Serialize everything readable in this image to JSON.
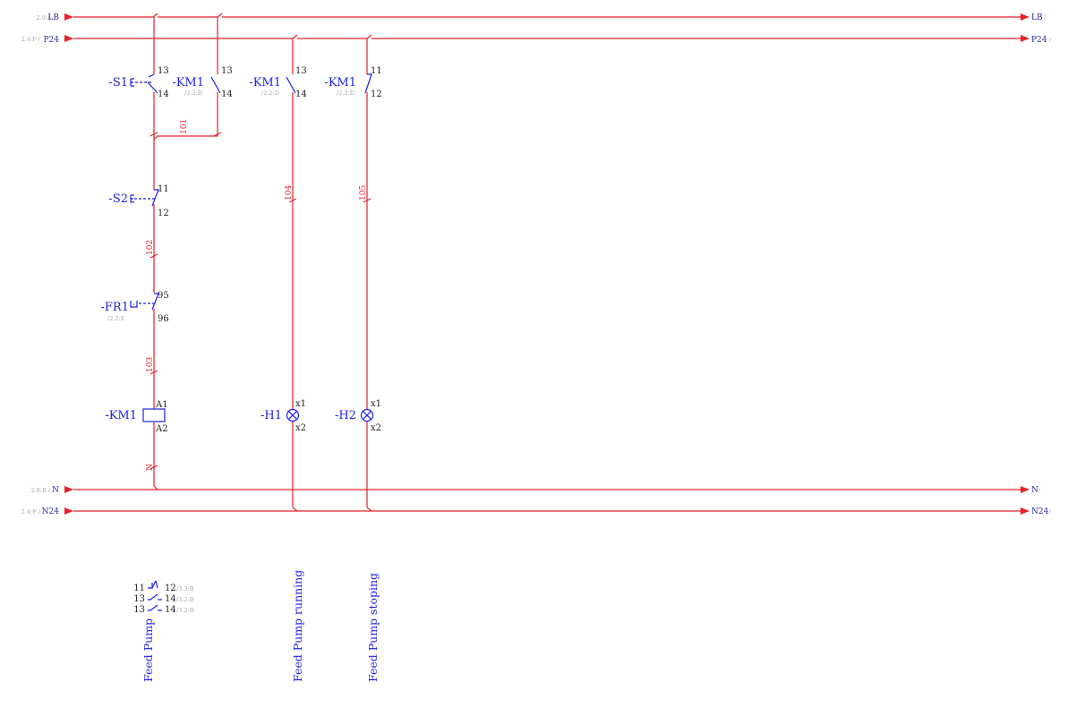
{
  "rails": {
    "lb": {
      "name": "LB",
      "left_ref": "2.9:A /",
      "right_suffix": "/"
    },
    "p24": {
      "name": "P24",
      "left_ref": "2.4:F /",
      "right_suffix": "/"
    },
    "n": {
      "name": "N",
      "left_ref": "2.9:B /",
      "right_suffix": "/"
    },
    "n24": {
      "name": "N24",
      "left_ref": "2.4:F /",
      "right_suffix": "/"
    }
  },
  "devices": {
    "s1": {
      "tag": "-S1",
      "pin_top": "13",
      "pin_bottom": "14"
    },
    "km1_hold": {
      "tag": "-KM1",
      "ref": "/2.2:D",
      "pin_top": "13",
      "pin_bottom": "14"
    },
    "km1_run": {
      "tag": "-KM1",
      "ref": "/2.2:D",
      "pin_top": "13",
      "pin_bottom": "14"
    },
    "km1_stop": {
      "tag": "-KM1",
      "ref": "/2.2:D",
      "pin_top": "11",
      "pin_bottom": "12"
    },
    "s2": {
      "tag": "-S2",
      "pin_top": "11",
      "pin_bottom": "12"
    },
    "fr1": {
      "tag": "-FR1",
      "ref": "/2.2:E",
      "pin_top": "95",
      "pin_bottom": "96"
    },
    "km1_coil": {
      "tag": "-KM1",
      "pin_top": "A1",
      "pin_bottom": "A2"
    },
    "h1": {
      "tag": "-H1",
      "pin_top": "x1",
      "pin_bottom": "x2"
    },
    "h2": {
      "tag": "-H2",
      "pin_top": "x1",
      "pin_bottom": "x2"
    }
  },
  "wire_numbers": {
    "w101": "101",
    "w102": "102",
    "w103": "103",
    "w104": "104",
    "w105": "105",
    "wn": "N"
  },
  "contact_table": [
    {
      "left": "11",
      "right": "12",
      "ref": "/3.3:B"
    },
    {
      "left": "13",
      "right": "14",
      "ref": "/3.2:B"
    },
    {
      "left": "13",
      "right": "14",
      "ref": "/3.2:B"
    }
  ],
  "functions": {
    "col1": "Feed Pump",
    "col2": "Feed Pump running",
    "col3": "Feed Pump stoping"
  },
  "colors": {
    "wire": "#e8202a",
    "device": "#1e1ee6",
    "reference": "#a8a8a8"
  }
}
